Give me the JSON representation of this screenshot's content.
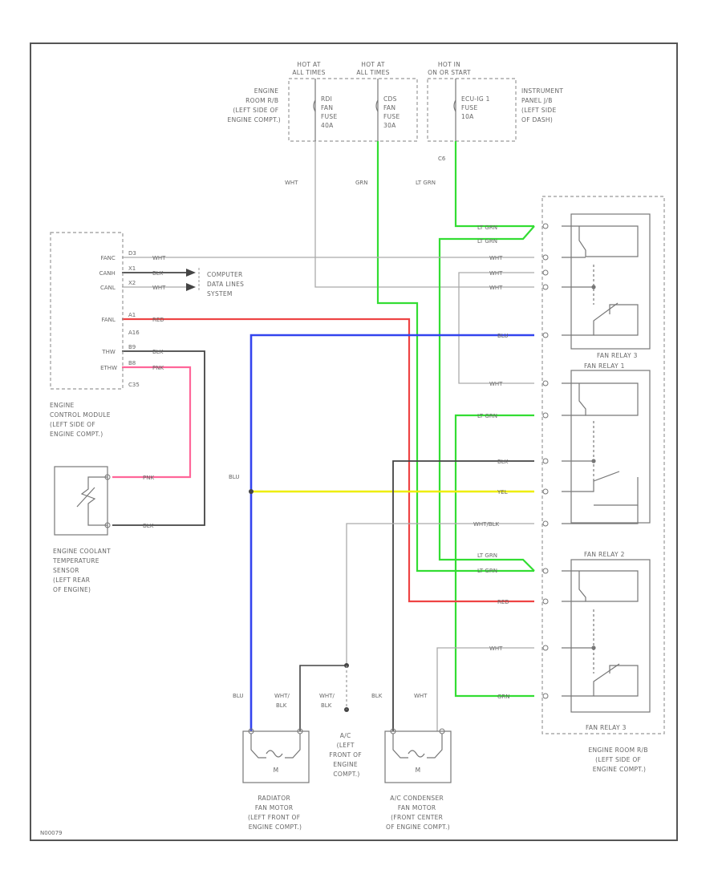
{
  "diagram": {
    "fig_id": "N00079",
    "power": {
      "hot1": [
        "HOT AT",
        "ALL TIMES"
      ],
      "hot2": [
        "HOT AT",
        "ALL TIMES"
      ],
      "hot3": [
        "HOT IN",
        "ON OR START"
      ],
      "junction_left": [
        "ENGINE",
        "ROOM R/B",
        "(LEFT SIDE OF",
        "ENGINE COMPT.)"
      ],
      "junction_right": [
        "INSTRUMENT",
        "PANEL J/B",
        "(LEFT SIDE",
        "OF DASH)"
      ],
      "fuse1": [
        "RDI",
        "FAN",
        "FUSE",
        "40A"
      ],
      "fuse2": [
        "CDS",
        "FAN",
        "FUSE",
        "30A"
      ],
      "fuse3": [
        "ECU-IG 1",
        "FUSE",
        "10A"
      ]
    },
    "ecm": {
      "label": [
        "ENGINE",
        "CONTROL MODULE",
        "(LEFT SIDE OF",
        "ENGINE COMPT.)"
      ],
      "pins": [
        "FANC",
        "CANH",
        "CANL",
        "FANL",
        "THW",
        "ETHW"
      ],
      "connectors": [
        "D3",
        "X1",
        "X2",
        "A1",
        "A16",
        "B9",
        "B8",
        "C35"
      ]
    },
    "data_lines": [
      "COMPUTER",
      "DATA LINES",
      "SYSTEM"
    ],
    "sensor": [
      "ENGINE COOLANT",
      "TEMPERATURE",
      "SENSOR",
      "(LEFT REAR",
      "OF ENGINE)"
    ],
    "wires": {
      "wht": "WHT",
      "grn": "GRN",
      "ltgrn": "LT GRN",
      "red": "RED",
      "blu": "BLU",
      "blk": "BLK",
      "pnk": "PNK",
      "yel": "YEL",
      "whtblk": "WHT/BLK",
      "wht_slash": "WHT/",
      "blk2": "BLK",
      "c6": "C6"
    },
    "relays": {
      "relay3": "FAN RELAY 3",
      "relay1": "FAN RELAY 1",
      "relay2": "FAN RELAY 2"
    },
    "junction_box": [
      "ENGINE ROOM R/B",
      "(LEFT SIDE OF",
      "ENGINE COMPT.)"
    ],
    "ac_switch": [
      "A/C",
      "(LEFT",
      "FRONT OF",
      "ENGINE",
      "COMPT.)"
    ],
    "motor1": [
      "RADIATOR",
      "FAN MOTOR",
      "(LEFT FRONT OF",
      "ENGINE COMPT.)"
    ],
    "motor2": [
      "A/C CONDENSER",
      "FAN MOTOR",
      "(FRONT CENTER",
      "OF ENGINE COMPT.)"
    ],
    "motor_symbol": "M",
    "colors": {
      "frame": "#555555",
      "dashed": "#999999",
      "wire_gray": "#999999",
      "wire_dark": "#444444",
      "grn": "#33dd33",
      "red": "#ee4444",
      "blu": "#3344ee",
      "pnk": "#ff6699",
      "yel": "#eeee00"
    }
  }
}
